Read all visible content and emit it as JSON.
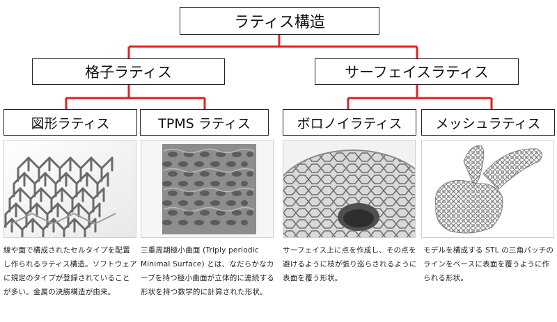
{
  "root": {
    "label": "ラティス構造"
  },
  "categories": [
    {
      "label": "格子ラティス"
    },
    {
      "label": "サーフェイスラティス"
    }
  ],
  "types": [
    {
      "label": "図形ラティス",
      "description": "線や面で構成されたセルタイプを配置し作られるラティス構造。ソフトウェアに規定のタイプが登録されていることが多い。金属の決勝構造が由来。"
    },
    {
      "label": "TPMS ラティス",
      "description": "三重周期極小曲面 (Triply periodic Minimal Surface) とは、なだらかなカーブを持つ極小曲面が立体的に連続する形状を持つ数学的に計算された形状。"
    },
    {
      "label": "ボロノイラティス",
      "description": "サーフェイス上に点を作成し、その点を避けるように枝が張り巡らされるように表面を覆う形状。"
    },
    {
      "label": "メッシュラティス",
      "description": "モデルを構成する STL の三角パッチのラインをベースに表面を覆うように作られる形状。"
    }
  ],
  "colors": {
    "connector": "#e02020",
    "border": "#222222"
  }
}
